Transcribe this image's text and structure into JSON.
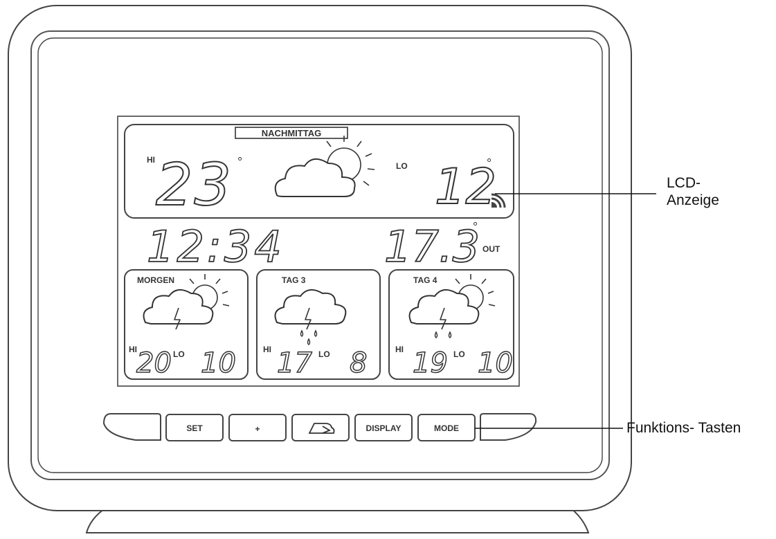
{
  "display": {
    "period_label": "NACHMITTAG",
    "today": {
      "hi_label": "HI",
      "hi_value": "23",
      "lo_label": "LO",
      "lo_value": "12",
      "degree": "°"
    },
    "time": "12:34",
    "outdoor": {
      "value": "17.3",
      "degree": "°",
      "label": "OUT"
    },
    "forecast": [
      {
        "day": "MORGEN",
        "hi_label": "HI",
        "hi_value": "20",
        "lo_label": "LO",
        "lo_value": "10",
        "icon": "sun-cloud-rain-icon"
      },
      {
        "day": "TAG 3",
        "hi_label": "HI",
        "hi_value": "17",
        "lo_label": "LO",
        "lo_value": "8",
        "icon": "cloud-rain-icon"
      },
      {
        "day": "TAG 4",
        "hi_label": "HI",
        "hi_value": "19",
        "lo_label": "LO",
        "lo_value": "10",
        "icon": "sun-cloud-rain-icon"
      }
    ]
  },
  "buttons": [
    "",
    "SET",
    "+",
    "",
    "DISPLAY",
    "MODE",
    ""
  ],
  "button_icons": {
    "alarm_button": "cloud-alarm-icon"
  },
  "callouts": {
    "lcd_line1": "LCD-",
    "lcd_line2": "Anzeige",
    "keys": "Funktions- Tasten"
  }
}
